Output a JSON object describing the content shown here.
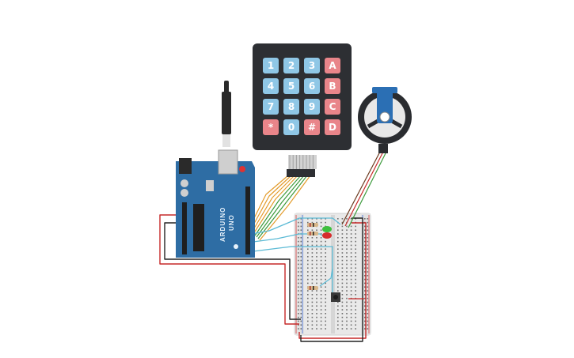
{
  "keypad": {
    "keys": [
      "1",
      "2",
      "3",
      "A",
      "4",
      "5",
      "6",
      "B",
      "7",
      "8",
      "9",
      "C",
      "*",
      "0",
      "#",
      "D"
    ],
    "number_color": "#8fc7e6",
    "letter_color": "#e9858a",
    "body_color": "#2d2f33"
  },
  "arduino": {
    "board_color": "#2e6da4",
    "logo_text": "UNO",
    "brand_text": "ARDUINO"
  },
  "breadboard": {
    "body_color": "#e8e8e8",
    "rail_red": "#d93b3b",
    "rail_blue": "#3b6bd9"
  },
  "leds": {
    "green": "#3fbf3f",
    "red": "#d62d2d"
  },
  "wires": {
    "red": "#c62828",
    "black": "#222222",
    "teal": "#5bbad5",
    "green": "#3c9a3c",
    "orange": "#e39b2b"
  }
}
